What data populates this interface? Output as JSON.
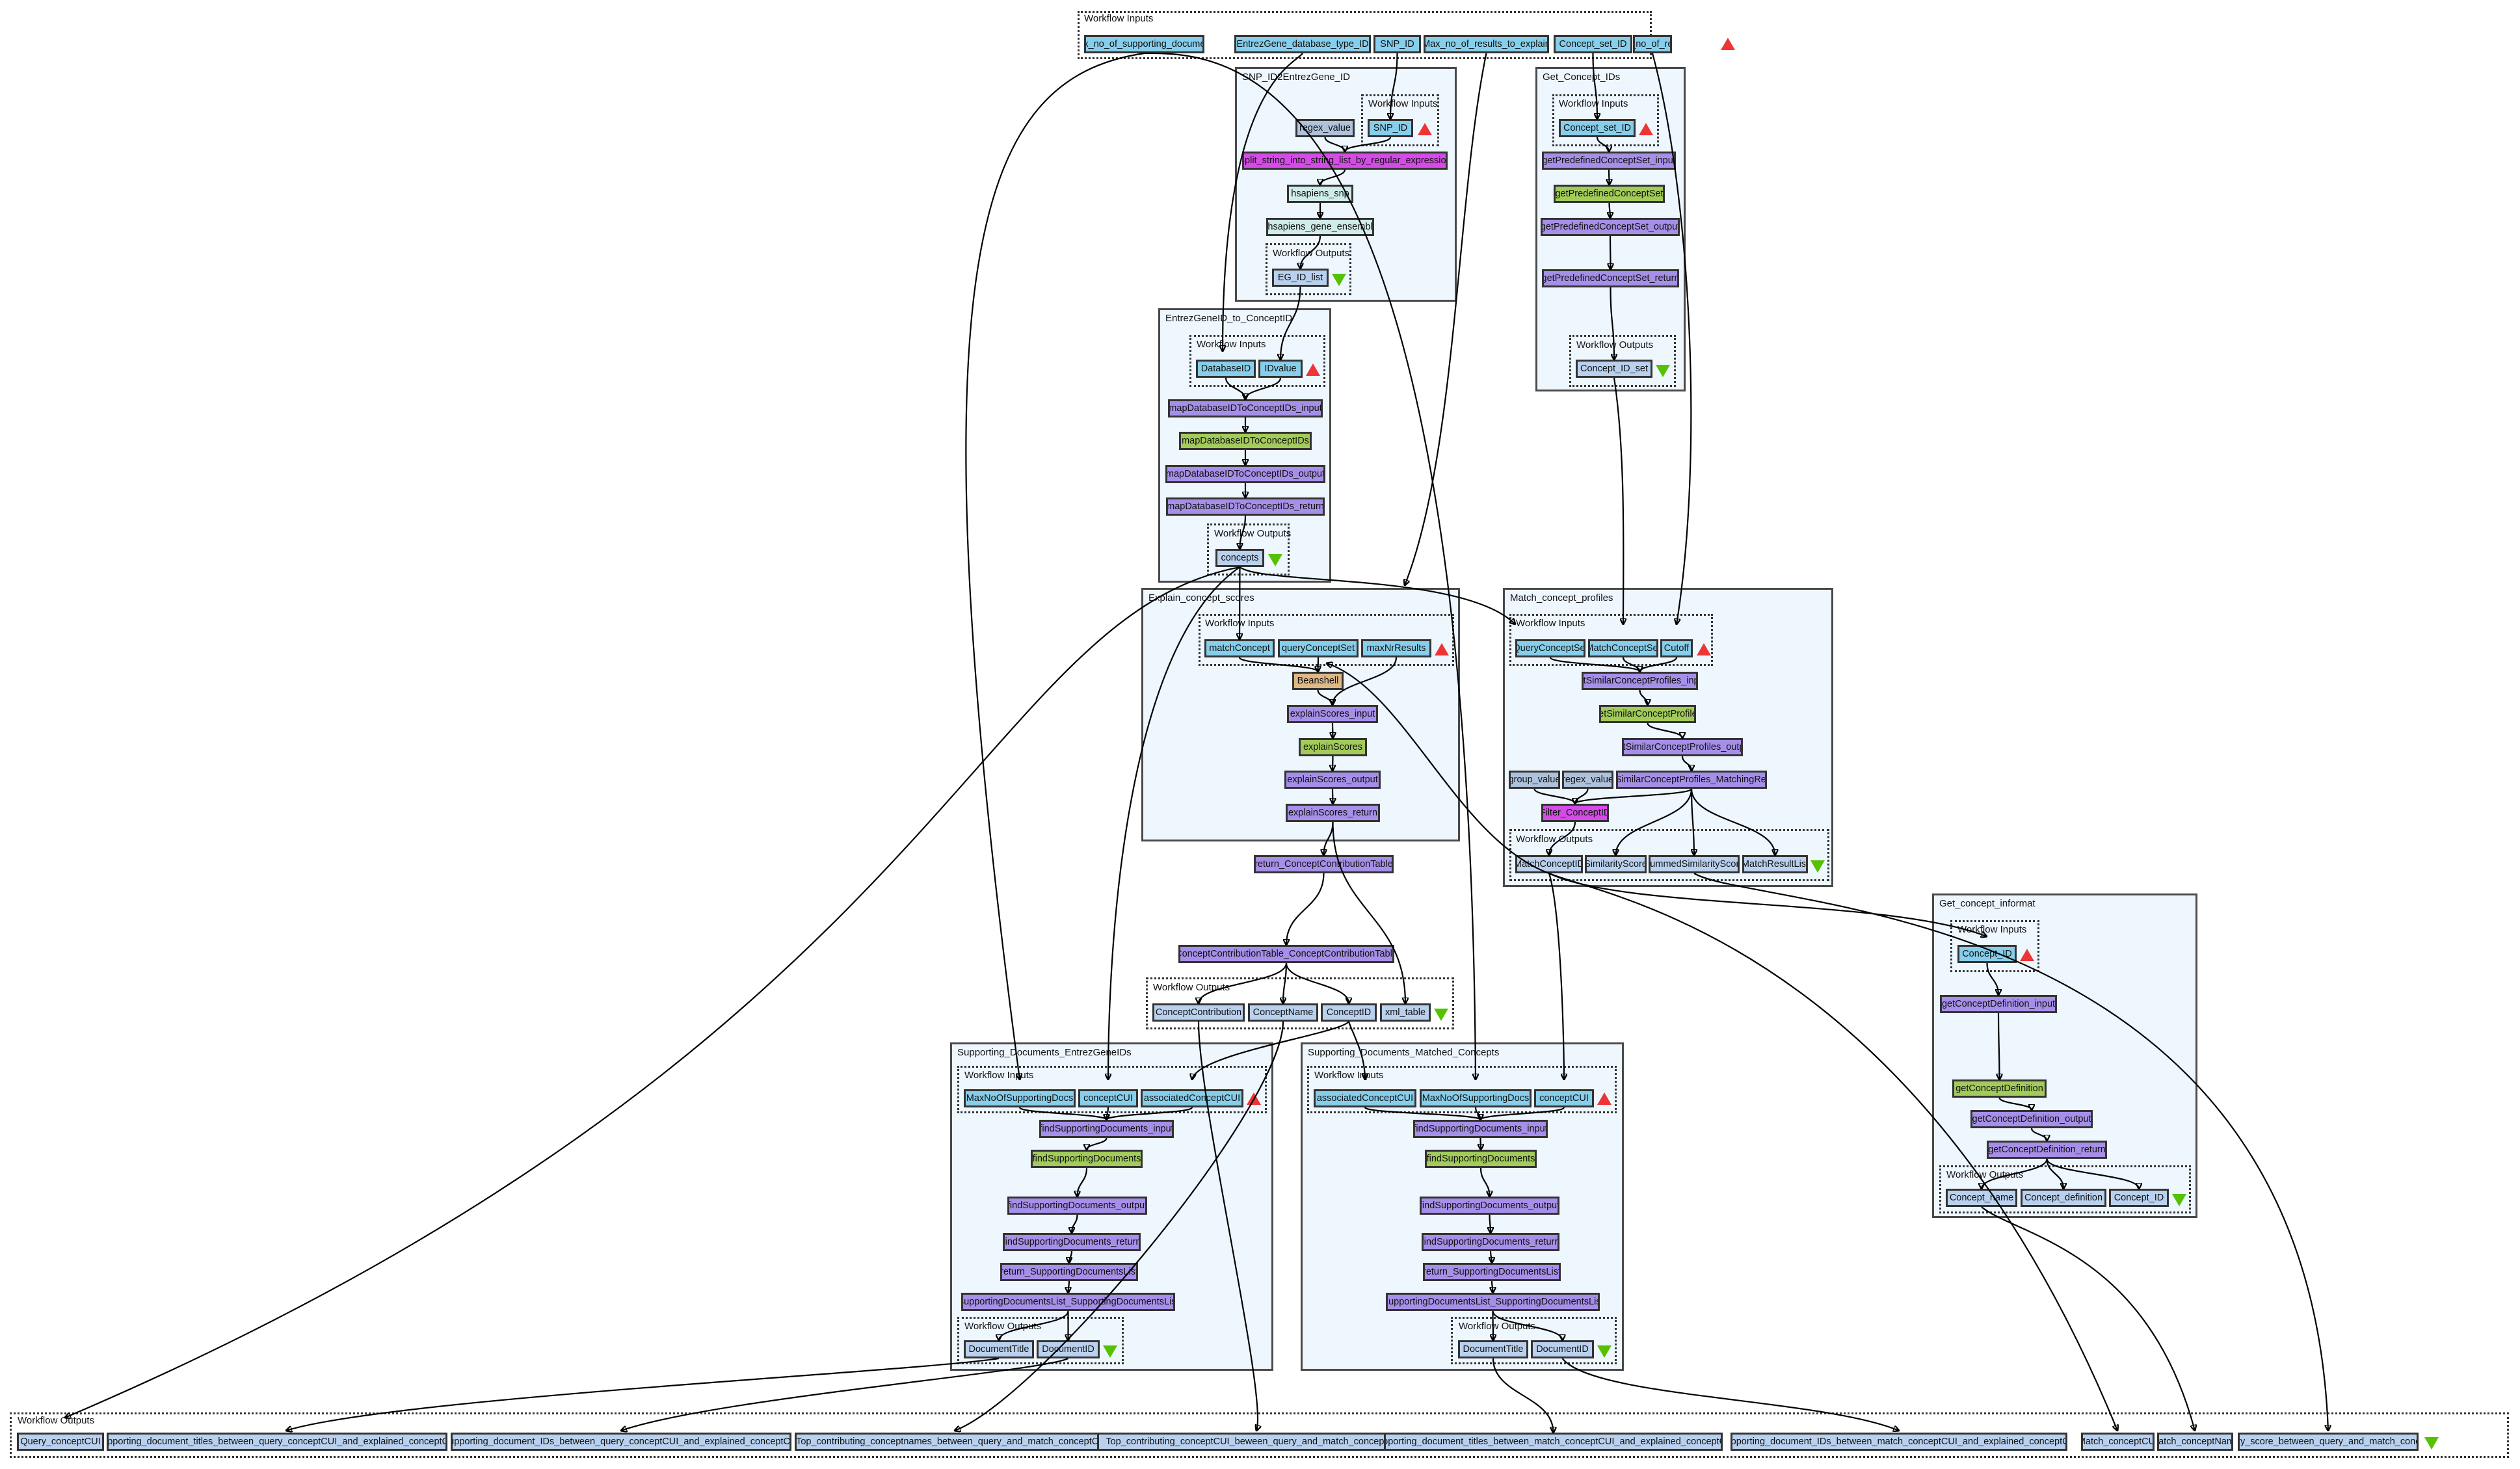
{
  "workflow_inputs": {
    "title": "Workflow Inputs",
    "ports": [
      "Max_no_of_supporting_documents",
      "EntrezGene_database_type_ID",
      "SNP_ID",
      "Max_no_of_results_to_explain",
      "Concept_set_ID",
      "Max_no_of_results"
    ]
  },
  "workflow_outputs": {
    "title": "Workflow Outputs",
    "ports": [
      "Query_conceptCUI",
      "Supporting_document_titles_between_query_conceptCUI_and_explained_conceptCUI",
      "Supporting_document_IDs_between_query_conceptCUI_and_explained_conceptCUI",
      "Top_contributing_conceptnames_between_query_and_match_conceptCUIs",
      "Top_contributing_conceptCUI_beween_query_and_match_conceptCUIs",
      "Supporting_document_titles_between_match_conceptCUI_and_explained_conceptCUI",
      "Supporting_document_IDs_between_match_conceptCUI_and_explained_conceptCUI",
      "Match_conceptCUI",
      "Match_conceptName",
      "Similarity_score_between_query_and_match_conceptCUI"
    ]
  },
  "subworkflows": {
    "snp": {
      "title": "SNP_ID2EntrezGene_ID",
      "inputs_title": "Workflow Inputs",
      "outputs_title": "Workflow Outputs",
      "inputs": [
        "SNP_ID"
      ],
      "processors": [
        "regex_value",
        "Split_string_into_string_list_by_regular_expression",
        "hsapiens_snp",
        "hsapiens_gene_ensembl"
      ],
      "outputs": [
        "EG_ID_list"
      ]
    },
    "gci": {
      "title": "Get_Concept_IDs",
      "inputs_title": "Workflow Inputs",
      "outputs_title": "Workflow Outputs",
      "inputs": [
        "Concept_set_ID"
      ],
      "processors": [
        "getPredefinedConceptSet_input",
        "getPredefinedConceptSet",
        "getPredefinedConceptSet_output",
        "getPredefinedConceptSet_return"
      ],
      "outputs": [
        "Concept_ID_set"
      ]
    },
    "egc": {
      "title": "EntrezGeneID_to_ConceptID",
      "inputs_title": "Workflow Inputs",
      "outputs_title": "Workflow Outputs",
      "inputs": [
        "DatabaseID",
        "IDvalue"
      ],
      "processors": [
        "mapDatabaseIDToConceptIDs_input",
        "mapDatabaseIDToConceptIDs",
        "mapDatabaseIDToConceptIDs_output",
        "mapDatabaseIDToConceptIDs_return"
      ],
      "outputs": [
        "concepts"
      ]
    },
    "ecs": {
      "title": "Explain_concept_scores",
      "inputs_title": "Workflow Inputs",
      "outputs_title": "Workflow Outputs",
      "inputs": [
        "matchConcept",
        "queryConceptSet",
        "maxNrResults"
      ],
      "processors": [
        "Beanshell",
        "explainScores_input",
        "explainScores",
        "explainScores_output",
        "explainScores_return",
        "return_ConceptContributionTable",
        "ConceptContributionTable_ConceptContributionTable"
      ],
      "outputs": [
        "ConceptContribution",
        "ConceptName",
        "ConceptID",
        "xml_table"
      ]
    },
    "mcp": {
      "title": "Match_concept_profiles",
      "inputs_title": "Workflow Inputs",
      "outputs_title": "Workflow Outputs",
      "inputs": [
        "QueryConceptSet",
        "MatchConceptSet",
        "Cutoff"
      ],
      "processors": [
        "getSimilarConceptProfiles_input",
        "getSimilarConceptProfiles",
        "getSimilarConceptProfiles_output",
        "group_value",
        "regex_value",
        "getSimilarConceptProfiles_MatchingResult",
        "Filter_ConceptID"
      ],
      "outputs": [
        "MatchConceptID",
        "SimilarityScore",
        "SummedSimilarityScore",
        "MatchResultList"
      ]
    },
    "gcinf": {
      "title": "Get_concept_informat",
      "inputs_title": "Workflow Inputs",
      "outputs_title": "Workflow Outputs",
      "inputs": [
        "Concept_ID"
      ],
      "processors": [
        "getConceptDefinition_input",
        "getConceptDefinition",
        "getConceptDefinition_output",
        "getConceptDefinition_return"
      ],
      "outputs": [
        "Concept_name",
        "Concept_definition",
        "Concept_ID"
      ]
    },
    "sde": {
      "title": "Supporting_Documents_EntrezGeneIDs",
      "inputs_title": "Workflow Inputs",
      "outputs_title": "Workflow Outputs",
      "inputs": [
        "MaxNoOfSupportingDocs",
        "conceptCUI",
        "associatedConceptCUI"
      ],
      "processors": [
        "findSupportingDocuments_input",
        "findSupportingDocuments",
        "findSupportingDocuments_output",
        "findSupportingDocuments_return",
        "return_SupportingDocumentsList",
        "SupportingDocumentsList_SupportingDocumentsList"
      ],
      "outputs": [
        "DocumentTitle",
        "DocumentID"
      ]
    },
    "sdm": {
      "title": "Supporting_Documents_Matched_Concepts",
      "inputs_title": "Workflow Inputs",
      "outputs_title": "Workflow Outputs",
      "inputs": [
        "associatedConceptCUI",
        "MaxNoOfSupportingDocs",
        "conceptCUI"
      ],
      "processors": [
        "findSupportingDocuments_input",
        "findSupportingDocuments",
        "findSupportingDocuments_output",
        "findSupportingDocuments_return",
        "return_SupportingDocumentsList",
        "SupportingDocumentsList_SupportingDocumentsList"
      ],
      "outputs": [
        "DocumentTitle",
        "DocumentID"
      ]
    }
  },
  "legend_colors": {
    "workflow_input": "#87ceeb",
    "workflow_output": "#b9d1ee",
    "wsdl_xml_splitter": "#a68fe8",
    "wsdl_service": "#a2cb5a",
    "local_worker": "#d54be8",
    "biomart": "#d0ecea",
    "string_constant": "#afc2db",
    "beanshell": "#deb887",
    "input_marker": "#ee3535",
    "output_marker": "#55c100"
  }
}
